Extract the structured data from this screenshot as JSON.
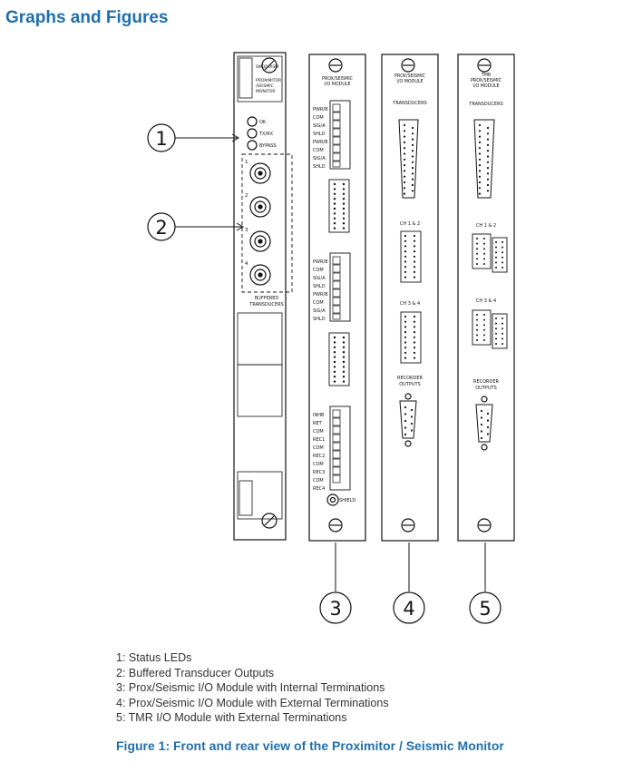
{
  "section_title": "Graphs and Figures",
  "callouts": [
    "1",
    "2",
    "3",
    "4",
    "5"
  ],
  "panel1": {
    "header": "SMOD/ASM",
    "subheader": [
      "PROXIMITOR",
      "/SEISMIC",
      "MONITOR"
    ],
    "leds": [
      "OK",
      "TX/RX",
      "BYPASS"
    ],
    "channels": [
      "1",
      "2",
      "3",
      "4"
    ],
    "footer": [
      "BUFFERED",
      "TRANSDUCERS"
    ]
  },
  "panel3": {
    "header": [
      "PROX/SEISMIC",
      "I/O MODULE"
    ],
    "block1": [
      "PWR/B",
      "COM",
      "SIG/A",
      "SHLD",
      "PWR/B",
      "COM",
      "SIG/A",
      "SHLD"
    ],
    "block2": [
      "PWR/B",
      "COM",
      "SIG/A",
      "SHLD",
      "PWR/B",
      "COM",
      "SIG/A",
      "SHLD"
    ],
    "block3": [
      "INHB",
      "RET",
      "COM",
      "REC1",
      "COM",
      "REC2",
      "COM",
      "REC3",
      "COM",
      "REC4"
    ],
    "shield": "SHIELD"
  },
  "panel4": {
    "header": [
      "PROX/SEISMIC",
      "I/O MODULE"
    ],
    "transducers": "TRANSDUCERS",
    "ch12": "CH 1 & 2",
    "ch34": "CH 3 & 4",
    "recorder": [
      "RECORDER",
      "OUTPUTS"
    ]
  },
  "panel5": {
    "header": [
      "TMR",
      "PROX/SEISMIC",
      "I/O MODULE"
    ],
    "transducers": "TRANSDUCERS",
    "ch12": "CH 1 & 2",
    "ch34": "CH 3 & 4",
    "recorder": [
      "RECORDER",
      "OUTPUTS"
    ]
  },
  "legend": [
    "1:  Status LEDs",
    "2:  Buffered Transducer Outputs",
    "3:  Prox/Seismic I/O Module with Internal Terminations",
    "4:  Prox/Seismic I/O Module with External Terminations",
    "5:  TMR I/O Module with External Terminations"
  ],
  "caption": "Figure 1:  Front and rear view of the Proximitor / Seismic Monitor",
  "colors": {
    "accent": "#1f6fae",
    "ink": "#111111"
  }
}
